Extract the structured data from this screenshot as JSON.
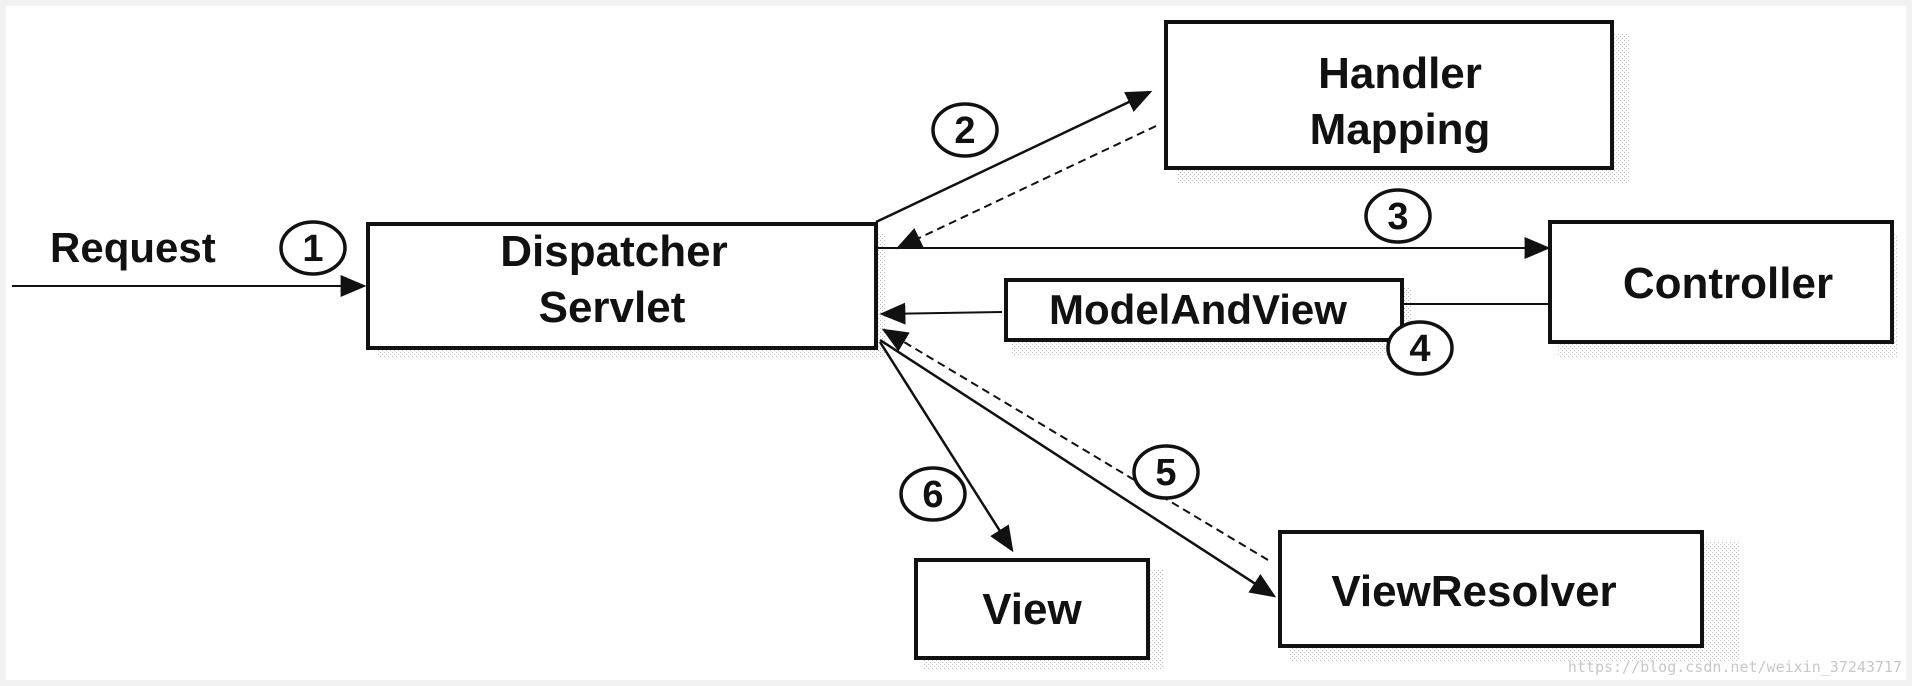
{
  "nodes": {
    "dispatcher": {
      "line1": "Dispatcher",
      "line2": "Servlet"
    },
    "handler_mapping": {
      "line1": "Handler",
      "line2": "Mapping"
    },
    "controller": {
      "label": "Controller"
    },
    "model_and_view": {
      "label": "ModelAndView"
    },
    "view_resolver": {
      "label": "ViewResolver"
    },
    "view": {
      "label": "View"
    }
  },
  "request": {
    "label": "Request"
  },
  "steps": [
    "1",
    "2",
    "3",
    "4",
    "5",
    "6"
  ],
  "watermark": "https://blog.csdn.net/weixin_37243717"
}
